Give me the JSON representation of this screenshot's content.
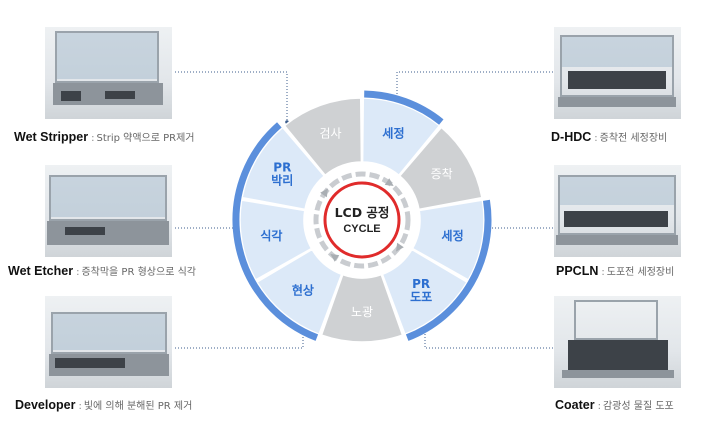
{
  "center": {
    "line1": "LCD 공정",
    "line2": "CYCLE"
  },
  "segments": [
    {
      "id": "inspect",
      "label": "검사"
    },
    {
      "id": "wash1",
      "label": "세정"
    },
    {
      "id": "deposit",
      "label": "증착"
    },
    {
      "id": "wash2",
      "label": "세정"
    },
    {
      "id": "pr-coat",
      "label": "PR\n도포"
    },
    {
      "id": "expose",
      "label": "노광"
    },
    {
      "id": "develop",
      "label": "현상"
    },
    {
      "id": "etch",
      "label": "식각"
    },
    {
      "id": "pr-strip",
      "label": "PR\n박리"
    }
  ],
  "equipment_left": [
    {
      "name": "Wet Stripper",
      "desc": "Strip 약액으로 PR제거"
    },
    {
      "name": "Wet Etcher",
      "desc": "증착막을 PR 형상으로 식각"
    },
    {
      "name": "Developer",
      "desc": "빛에 의해 분해된 PR 제거"
    }
  ],
  "equipment_right": [
    {
      "name": "D-HDC",
      "desc": "증착전 세정장비"
    },
    {
      "name": "PPCLN",
      "desc": "도포전 세정장비"
    },
    {
      "name": "Coater",
      "desc": "감광성 물질 도포"
    }
  ],
  "separator": ":",
  "colors": {
    "active_fill": "#dce9f8",
    "active_text": "#2d6fd0",
    "inactive_fill": "#cfd1d3",
    "inactive_text": "#ffffff",
    "accent_arc": "#5b8fdc",
    "center_ring": "#e02b2b",
    "connector": "#3c5d8c"
  }
}
